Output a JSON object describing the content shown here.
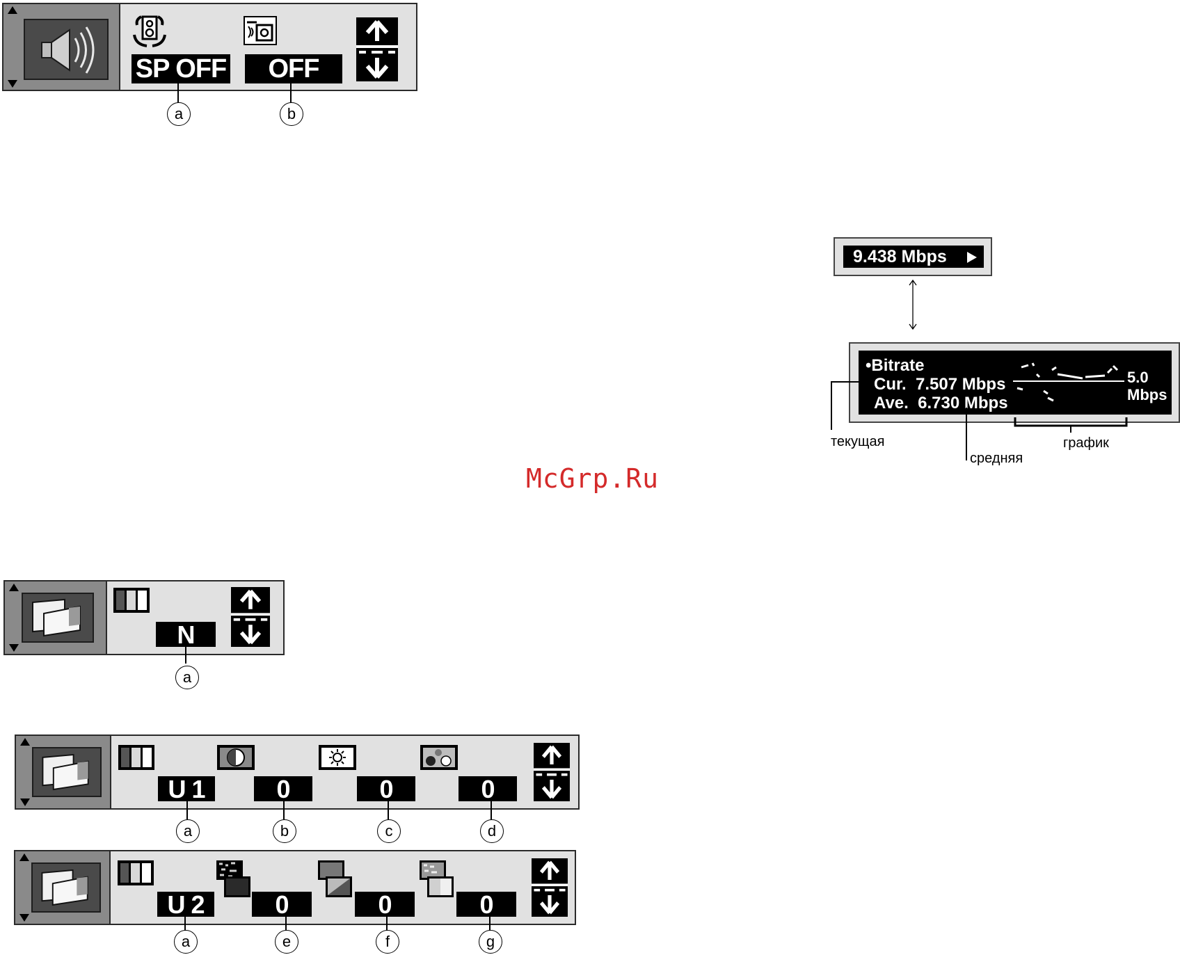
{
  "audio_panel": {
    "speaker_value": "SP OFF",
    "surround_value": "OFF",
    "callouts": [
      "a",
      "b"
    ],
    "icons": [
      "speaker-icon",
      "speaker-cycle-icon",
      "surround-icon",
      "up-down-arrows-icon"
    ]
  },
  "bitrate": {
    "summary": "9.438 Mbps",
    "title": "Bitrate",
    "cur_label": "Cur.",
    "cur_value": "7.507 Mbps",
    "ave_label": "Ave.",
    "ave_value": "6.730 Mbps",
    "scale_value": "5.0",
    "scale_unit": "Mbps",
    "labels": {
      "current": "текущая",
      "average": "средняя",
      "graph": "график"
    }
  },
  "watermark": "McGrp.Ru",
  "picture_panel_n": {
    "mode_value": "N",
    "callouts": [
      "a"
    ]
  },
  "picture_panel_u1": {
    "mode_value": "U 1",
    "values": [
      "0",
      "0",
      "0"
    ],
    "callouts": [
      "a",
      "b",
      "c",
      "d"
    ]
  },
  "picture_panel_u2": {
    "mode_value": "U 2",
    "values": [
      "0",
      "0",
      "0"
    ],
    "callouts": [
      "a",
      "e",
      "f",
      "g"
    ]
  },
  "colors": {
    "panel_bg": "#e1e1e1",
    "panel_left": "#8a8a8a",
    "value_bg": "#000000",
    "value_text": "#ffffff",
    "watermark": "#d42a2a"
  }
}
